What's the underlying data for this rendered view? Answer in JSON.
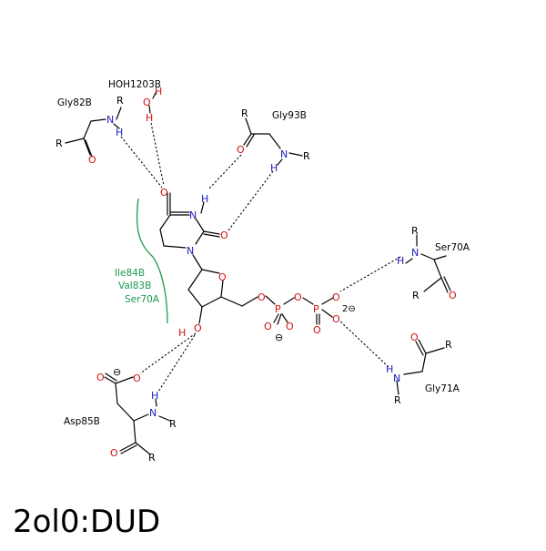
{
  "title": "2ol0:DUD",
  "residues": {
    "gly82b": "Gly82B",
    "hoh1203b": "HOH1203B",
    "gly93b": "Gly93B",
    "ser70a": "Ser70A",
    "gly71a": "Gly71A",
    "asp85b": "Asp85B"
  },
  "hydrophobic": {
    "ile84b": "Ile84B",
    "val83b": "Val83B",
    "ser70a": "Ser70A"
  },
  "atoms": {
    "N": "N",
    "O": "O",
    "H": "H",
    "R": "R",
    "P": "P",
    "charge_2minus": "2⊖",
    "charge_minus": "⊖"
  },
  "colors": {
    "nitrogen": "#2020c0",
    "oxygen": "#d01010",
    "phosphorus": "#d01010",
    "hydrophobic": "#1a9a50"
  }
}
